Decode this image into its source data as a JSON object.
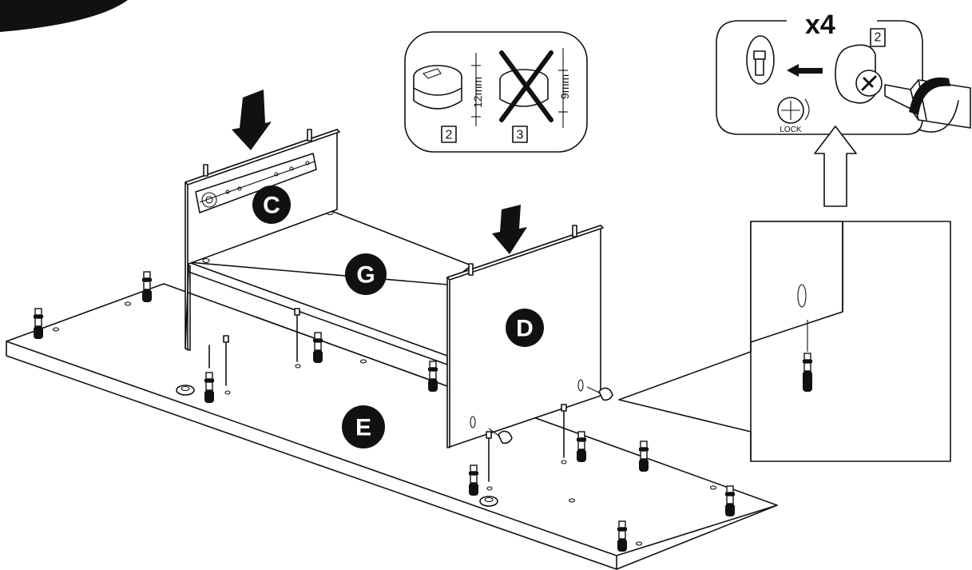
{
  "parts": {
    "c": "C",
    "d": "D",
    "e": "E",
    "g": "G"
  },
  "cam_inset": {
    "correct_part": "2",
    "correct_height": "12mm",
    "wrong_part": "3",
    "wrong_height": "9mm"
  },
  "lock_inset": {
    "quantity": "x4",
    "part": "2",
    "lock_label": "LOCK"
  },
  "colors": {
    "ink": "#111111",
    "paper": "#ffffff"
  }
}
